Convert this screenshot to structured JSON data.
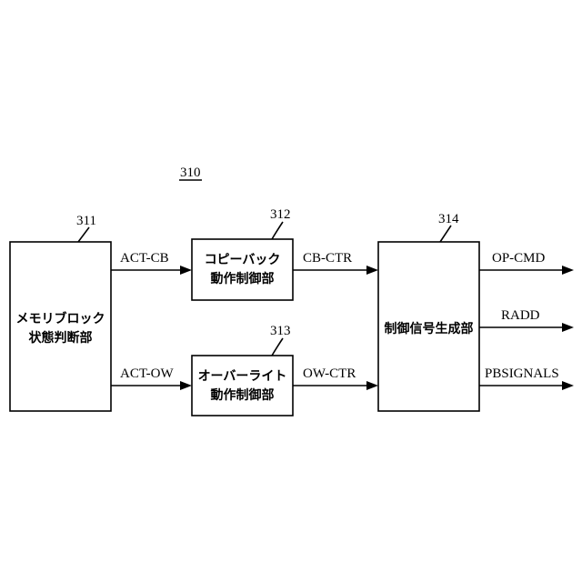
{
  "figure": {
    "ref": "310"
  },
  "blocks": {
    "b311": {
      "ref": "311",
      "line1": "メモリブロック",
      "line2": "状態判断部"
    },
    "b312": {
      "ref": "312",
      "line1": "コピーバック",
      "line2": "動作制御部"
    },
    "b313": {
      "ref": "313",
      "line1": "オーバーライト",
      "line2": "動作制御部"
    },
    "b314": {
      "ref": "314",
      "line1": "制御信号生成部"
    }
  },
  "signals": {
    "act_cb": "ACT-CB",
    "act_ow": "ACT-OW",
    "cb_ctr": "CB-CTR",
    "ow_ctr": "OW-CTR",
    "op_cmd": "OP-CMD",
    "radd": "RADD",
    "pbsignals": "PBSIGNALS"
  }
}
